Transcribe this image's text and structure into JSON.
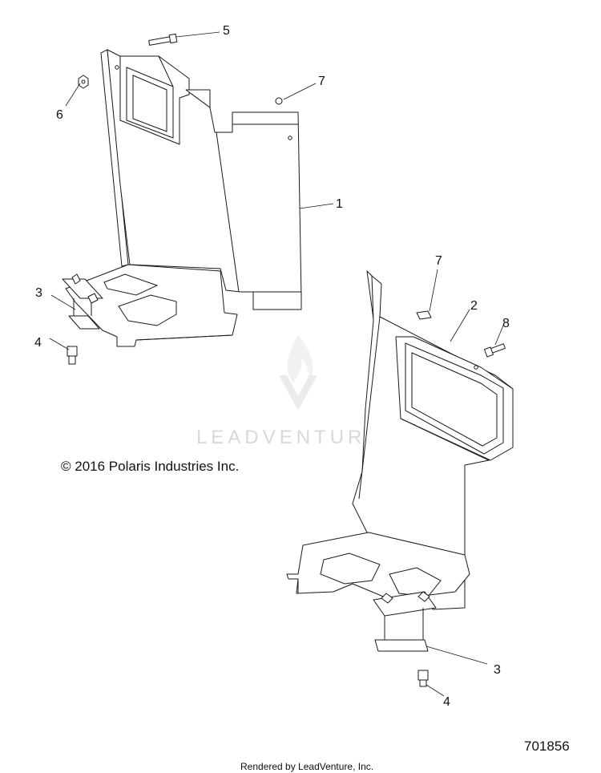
{
  "callouts": {
    "c1": "1",
    "c2": "2",
    "c3a": "3",
    "c3b": "3",
    "c4a": "4",
    "c4b": "4",
    "c5": "5",
    "c6": "6",
    "c7a": "7",
    "c7b": "7",
    "c8": "8"
  },
  "copyright": "© 2016 Polaris Industries Inc.",
  "diagram_number": "701856",
  "footer": "Rendered by LeadVenture, Inc.",
  "watermark": "LEADVENTURE",
  "watermark_icon": "flame-v-logo-icon"
}
